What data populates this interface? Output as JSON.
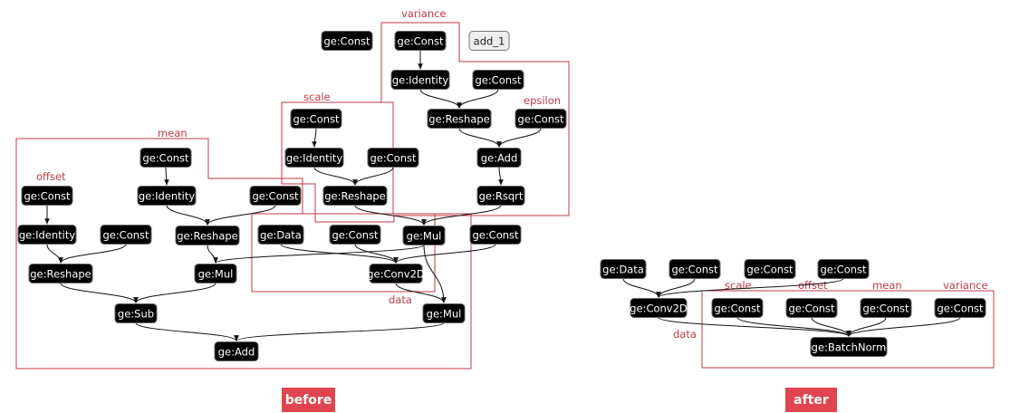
{
  "badges": {
    "before": "before",
    "after": "after"
  },
  "before": {
    "nodes": [
      {
        "id": "b_const_top",
        "label": "ge:Const"
      },
      {
        "id": "b_var_const",
        "label": "ge:Const"
      },
      {
        "id": "b_add1",
        "label": "add_1",
        "style": "light"
      },
      {
        "id": "b_var_identity",
        "label": "ge:Identity"
      },
      {
        "id": "b_const_r",
        "label": "ge:Const"
      },
      {
        "id": "b_reshape_var",
        "label": "ge:Reshape"
      },
      {
        "id": "b_eps_const",
        "label": "ge:Const"
      },
      {
        "id": "b_scale_const",
        "label": "ge:Const"
      },
      {
        "id": "b_add",
        "label": "ge:Add"
      },
      {
        "id": "b_scale_identity",
        "label": "ge:Identity"
      },
      {
        "id": "b_const_s",
        "label": "ge:Const"
      },
      {
        "id": "b_rsqrt",
        "label": "ge:Rsqrt"
      },
      {
        "id": "b_reshape_s",
        "label": "ge:Reshape"
      },
      {
        "id": "b_mean_const",
        "label": "ge:Const"
      },
      {
        "id": "b_offset_const",
        "label": "ge:Const"
      },
      {
        "id": "b_mean_identity",
        "label": "ge:Identity"
      },
      {
        "id": "b_const_m",
        "label": "ge:Const"
      },
      {
        "id": "b_offset_identity",
        "label": "ge:Identity"
      },
      {
        "id": "b_const_o",
        "label": "ge:Const"
      },
      {
        "id": "b_reshape_m",
        "label": "ge:Reshape"
      },
      {
        "id": "b_data",
        "label": "ge:Data"
      },
      {
        "id": "b_const_c",
        "label": "ge:Const"
      },
      {
        "id": "b_mul1",
        "label": "ge:Mul"
      },
      {
        "id": "b_const_w",
        "label": "ge:Const"
      },
      {
        "id": "b_reshape_o",
        "label": "ge:Reshape"
      },
      {
        "id": "b_mul2",
        "label": "ge:Mul"
      },
      {
        "id": "b_conv2d",
        "label": "ge:Conv2D"
      },
      {
        "id": "b_sub",
        "label": "ge:Sub"
      },
      {
        "id": "b_mul3",
        "label": "ge:Mul"
      },
      {
        "id": "b_add_final",
        "label": "ge:Add"
      }
    ],
    "edges": [
      [
        "b_var_const",
        "b_var_identity"
      ],
      [
        "b_var_identity",
        "b_reshape_var"
      ],
      [
        "b_const_r",
        "b_reshape_var"
      ],
      [
        "b_reshape_var",
        "b_add"
      ],
      [
        "b_eps_const",
        "b_add"
      ],
      [
        "b_add",
        "b_rsqrt"
      ],
      [
        "b_scale_const",
        "b_scale_identity"
      ],
      [
        "b_scale_identity",
        "b_reshape_s"
      ],
      [
        "b_const_s",
        "b_reshape_s"
      ],
      [
        "b_reshape_s",
        "b_mul1"
      ],
      [
        "b_rsqrt",
        "b_mul1"
      ],
      [
        "b_mean_const",
        "b_mean_identity"
      ],
      [
        "b_mean_identity",
        "b_reshape_m"
      ],
      [
        "b_const_m",
        "b_reshape_m"
      ],
      [
        "b_offset_const",
        "b_offset_identity"
      ],
      [
        "b_offset_identity",
        "b_reshape_o"
      ],
      [
        "b_const_o",
        "b_reshape_o"
      ],
      [
        "b_reshape_m",
        "b_mul2"
      ],
      [
        "b_mul1",
        "b_mul2"
      ],
      [
        "b_data",
        "b_conv2d"
      ],
      [
        "b_const_c",
        "b_conv2d"
      ],
      [
        "b_const_w",
        "b_conv2d"
      ],
      [
        "b_reshape_o",
        "b_sub"
      ],
      [
        "b_mul2",
        "b_sub"
      ],
      [
        "b_mul1",
        "b_mul3"
      ],
      [
        "b_conv2d",
        "b_mul3"
      ],
      [
        "b_sub",
        "b_add_final"
      ],
      [
        "b_mul3",
        "b_add_final"
      ]
    ],
    "regions": [
      {
        "id": "b_region_variance",
        "label": "variance"
      },
      {
        "id": "b_region_scale",
        "label": "scale"
      },
      {
        "id": "b_region_epsilon",
        "label": "epsilon"
      },
      {
        "id": "b_region_mean",
        "label": "mean"
      },
      {
        "id": "b_region_offset",
        "label": "offset"
      },
      {
        "id": "b_region_data",
        "label": "data"
      }
    ]
  },
  "after": {
    "nodes": [
      {
        "id": "a_data",
        "label": "ge:Data"
      },
      {
        "id": "a_const1",
        "label": "ge:Const"
      },
      {
        "id": "a_const2",
        "label": "ge:Const"
      },
      {
        "id": "a_const3",
        "label": "ge:Const"
      },
      {
        "id": "a_conv2d",
        "label": "ge:Conv2D"
      },
      {
        "id": "a_scale_const",
        "label": "ge:Const"
      },
      {
        "id": "a_offset_const",
        "label": "ge:Const"
      },
      {
        "id": "a_mean_const",
        "label": "ge:Const"
      },
      {
        "id": "a_var_const",
        "label": "ge:Const"
      },
      {
        "id": "a_batchnorm",
        "label": "ge:BatchNorm"
      }
    ],
    "edges": [
      [
        "a_data",
        "a_conv2d"
      ],
      [
        "a_const1",
        "a_conv2d"
      ],
      [
        "a_const3",
        "a_conv2d"
      ],
      [
        "a_conv2d",
        "a_batchnorm"
      ],
      [
        "a_scale_const",
        "a_batchnorm"
      ],
      [
        "a_offset_const",
        "a_batchnorm"
      ],
      [
        "a_mean_const",
        "a_batchnorm"
      ],
      [
        "a_var_const",
        "a_batchnorm"
      ]
    ],
    "regions": [
      {
        "id": "a_region_scale",
        "label": "scale"
      },
      {
        "id": "a_region_offset",
        "label": "offset"
      },
      {
        "id": "a_region_mean",
        "label": "mean"
      },
      {
        "id": "a_region_variance",
        "label": "variance"
      },
      {
        "id": "a_region_data",
        "label": "data"
      }
    ]
  }
}
